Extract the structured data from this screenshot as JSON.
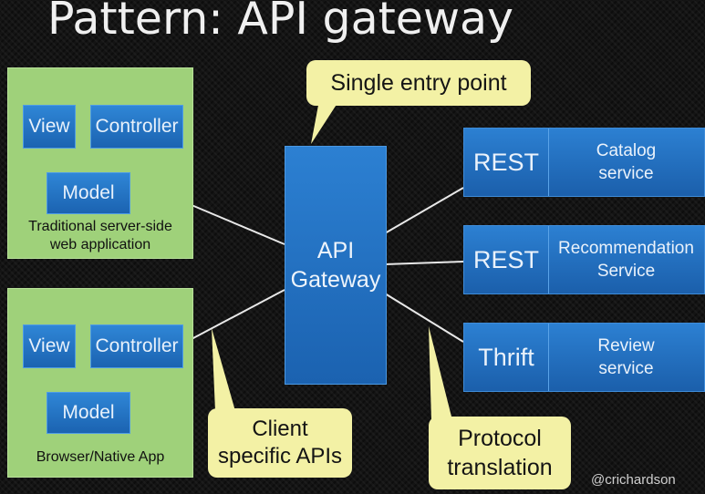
{
  "title": "Pattern: API gateway",
  "clients": [
    {
      "view": "View",
      "controller": "Controller",
      "model": "Model",
      "label": "Traditional server-side web application"
    },
    {
      "view": "View",
      "controller": "Controller",
      "model": "Model",
      "label": "Browser/Native App"
    }
  ],
  "gateway": {
    "label_line1": "API",
    "label_line2": "Gateway"
  },
  "services": [
    {
      "protocol": "REST",
      "name_line1": "Catalog",
      "name_line2": "service"
    },
    {
      "protocol": "REST",
      "name_line1": "Recommendation",
      "name_line2": "Service"
    },
    {
      "protocol": "Thrift",
      "name_line1": "Review",
      "name_line2": "service"
    }
  ],
  "callouts": {
    "entry_point": "Single entry point",
    "client_apis_line1": "Client",
    "client_apis_line2": "specific APIs",
    "protocol_line1": "Protocol",
    "protocol_line2": "translation"
  },
  "attribution": "@crichardson",
  "colors": {
    "background": "#141414",
    "client_panel": "#9fd17a",
    "box_blue": "#1f6ec3",
    "callout": "#f3f1a5",
    "connector": "#e8e8e8"
  }
}
